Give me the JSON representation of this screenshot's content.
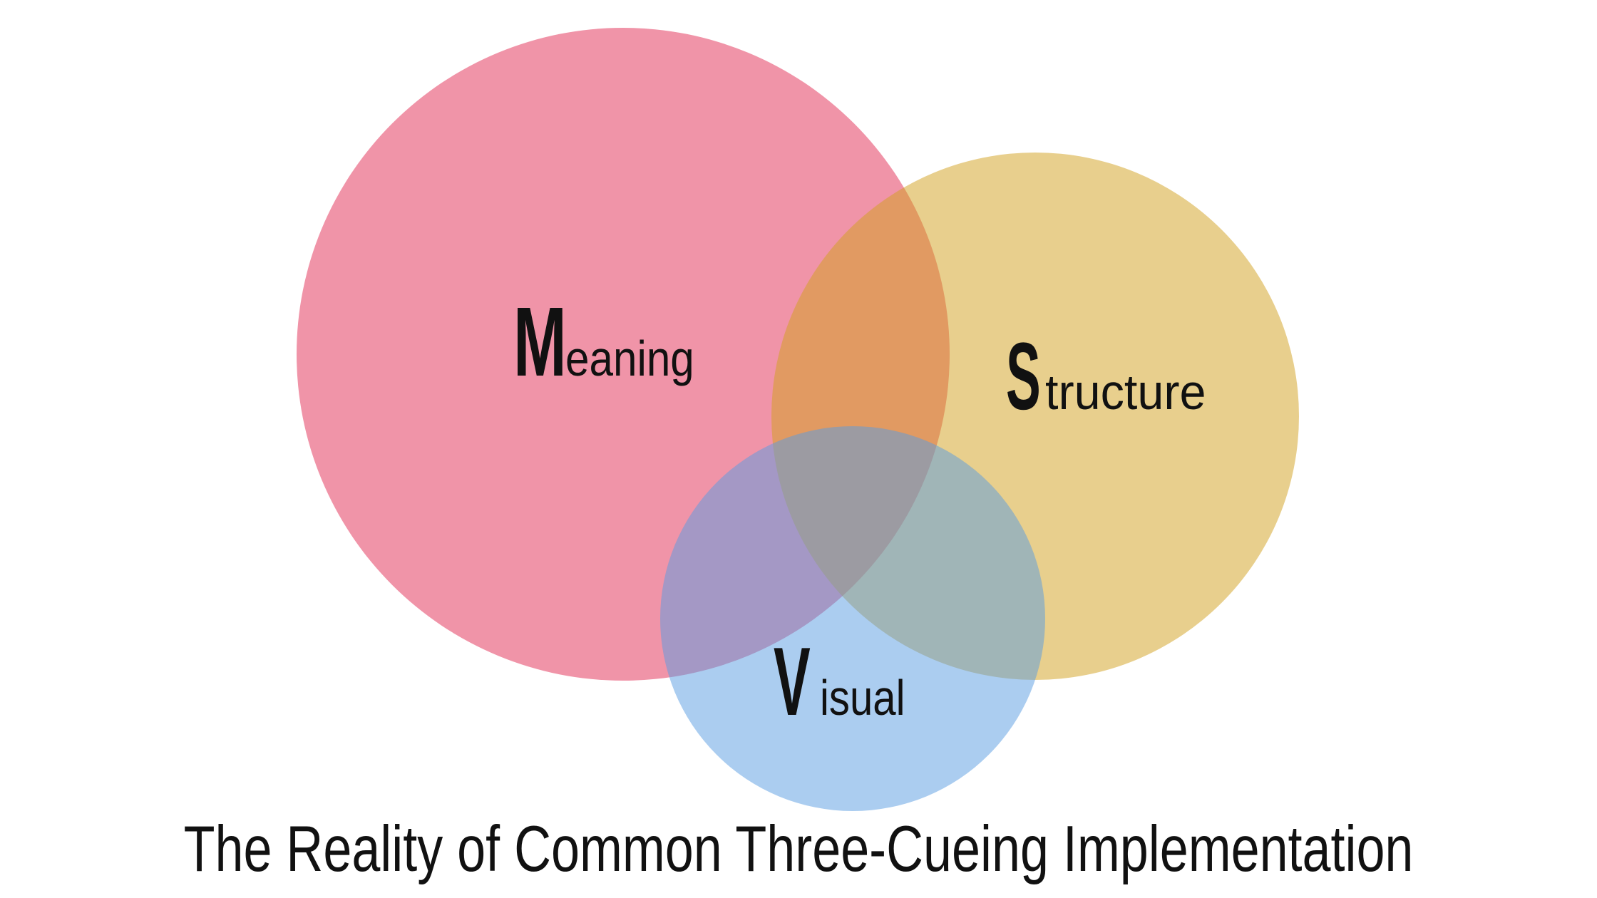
{
  "title": "The Reality of Common Three-Cueing Implementation",
  "venn": {
    "circles": [
      {
        "name": "meaning",
        "label": "Meaning",
        "initial": "M",
        "rest": "eaning",
        "fill": "rgba(225,43,83,0.505)",
        "appears_as": "#f094a8"
      },
      {
        "name": "structure",
        "label": "Structure",
        "initial": "S",
        "rest": "tructure",
        "fill": "rgba(210,160,29,0.505)",
        "appears_as": "#e8cf8d"
      },
      {
        "name": "visual",
        "label": "Visual",
        "initial": "V",
        "rest": "isual",
        "fill": "rgba(89,156,225,0.505)",
        "appears_as": "#abcdf0"
      }
    ],
    "overlap_colors": {
      "meaning_structure": "#e09a62",
      "meaning_visual": "#a498c5",
      "structure_visual": "#a0b5b7",
      "meaning_structure_visual": "#9c9ba2"
    },
    "text_color": "#111111",
    "background": "#ffffff"
  }
}
